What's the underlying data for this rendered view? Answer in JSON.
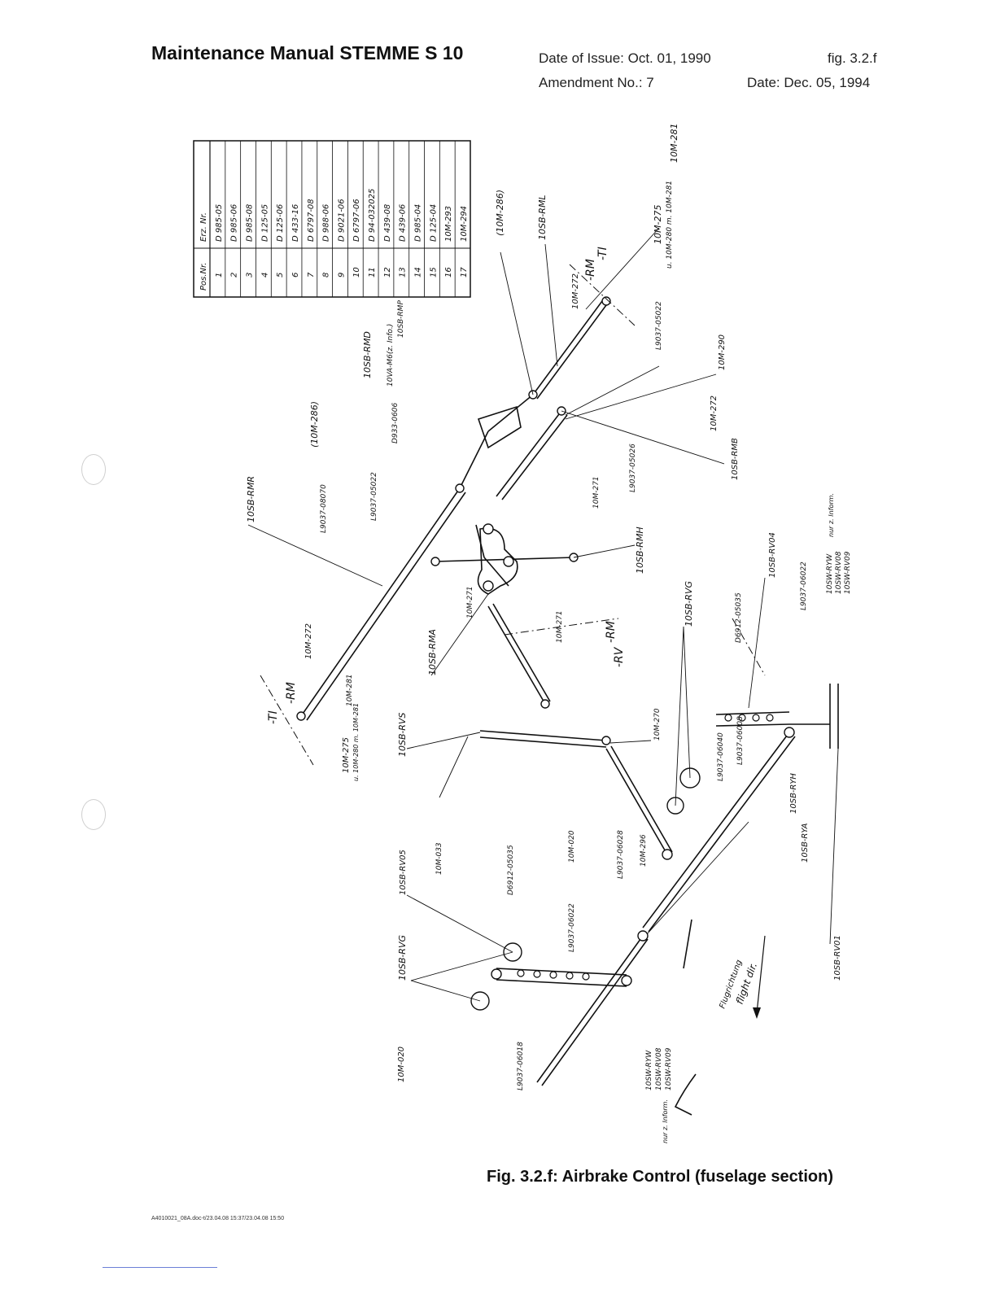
{
  "header": {
    "title": "Maintenance Manual STEMME S 10",
    "issue_date": "Date of Issue: Oct. 01, 1990",
    "amendment": "Amendment No.: 7",
    "fig_ref": "fig. 3.2.f",
    "date": "Date: Dec. 05, 1994"
  },
  "parts_table": {
    "headers": [
      "Pos.Nr.",
      "Erz. Nr."
    ],
    "rows": [
      [
        "1",
        "D 985-05"
      ],
      [
        "2",
        "D 985-06"
      ],
      [
        "3",
        "D 985-08"
      ],
      [
        "4",
        "D 125-05"
      ],
      [
        "5",
        "D 125-06"
      ],
      [
        "6",
        "D 433-16"
      ],
      [
        "7",
        "D 6797-08"
      ],
      [
        "8",
        "D 988-06"
      ],
      [
        "9",
        "D 9021-06"
      ],
      [
        "10",
        "D 6797-06"
      ],
      [
        "11",
        "D 94-032025"
      ],
      [
        "12",
        "D 439-08"
      ],
      [
        "13",
        "D 439-06"
      ],
      [
        "14",
        "D 985-04"
      ],
      [
        "15",
        "D 125-04"
      ],
      [
        "16",
        "10M-293"
      ],
      [
        "17",
        "10M-294"
      ]
    ]
  },
  "drawing_labels": {
    "l_rmr": "10SB-RMR",
    "l_286a": "(10M-286)",
    "l_286b": "(10M-286)",
    "l_rml": "10SB-RML",
    "l_281top": "10M-281",
    "l_275top": "10M-275",
    "l_280top": "u. 10M-280 m. 10M-281",
    "l_rmd": "10SB-RMD",
    "l_rmp": "10SB-RMP",
    "l_info": "10VA-M6(z. Info.)",
    "l_d933": "D933-0606",
    "l_l5022a": "L9037-05022",
    "l_l8070": "L9037-08070",
    "l_l5022b": "L9037-05022",
    "l_l5026": "L9037-05026",
    "l_272top": "10M-272",
    "l_290": "10M-290",
    "l_272mid": "10M-272",
    "l_rmb": "10SB-RMB",
    "l_271a": "10M-271",
    "l_rmh": "10SB-RMH",
    "l_rma": "10SB-RMA",
    "l_271b": "10M-271",
    "l_271c": "10M-271",
    "l_272left": "10M-272",
    "l_281left": "10M-281",
    "l_275left": "10M-275",
    "l_280left": "u. 10M-280 m. 10M-281",
    "l_rvs": "10SB-RVS",
    "l_270": "10M-270",
    "l_033": "10M-033",
    "l_rvg": "10SB-RVG",
    "l_d6912a": "D6912-05035",
    "l_rv04": "10SB-RV04",
    "l_l6022a": "L9037-06022",
    "l_ryw": "10SW-RYW",
    "l_rv08": "10SW-RV08",
    "l_rv09": "10SW-RV09",
    "l_nurz1": "nur z. Inform.",
    "l_06040": "L9037-06040",
    "l_06008": "L9037-06008",
    "l_ryh": "10SB-RYH",
    "l_rya": "10SB-RYA",
    "l_020a": "10M-020",
    "l_06028": "L9037-06028",
    "l_296": "10M-296",
    "l_rv05": "10SB-RV05",
    "l_d6912b": "D6912-05035",
    "l_l6022b": "L9037-06022",
    "l_rvg2": "10SB-RVG",
    "l_rv01": "10SB-RV01",
    "l_flug": "Flugrichtung",
    "l_flight": "flight dir.",
    "l_020b": "10M-020",
    "l_06018": "L9037-06018",
    "l_ryw2": "10SW-RYW",
    "l_rv08b": "10SW-RV08",
    "l_rv09b": "10SW-RV09",
    "l_nurz2": "nur z. Inform.",
    "l_rm1": "-RM",
    "l_ti1": "-TI",
    "l_rm2": "-RM",
    "l_ti2": "-TI",
    "l_rm3": "-RM",
    "l_rv": "-RV"
  },
  "caption": "Fig. 3.2.f: Airbrake Control (fuselage section)",
  "footer": "A4010021_08A.doc-t/23.04.08 15:37/23.04.08 15:50"
}
